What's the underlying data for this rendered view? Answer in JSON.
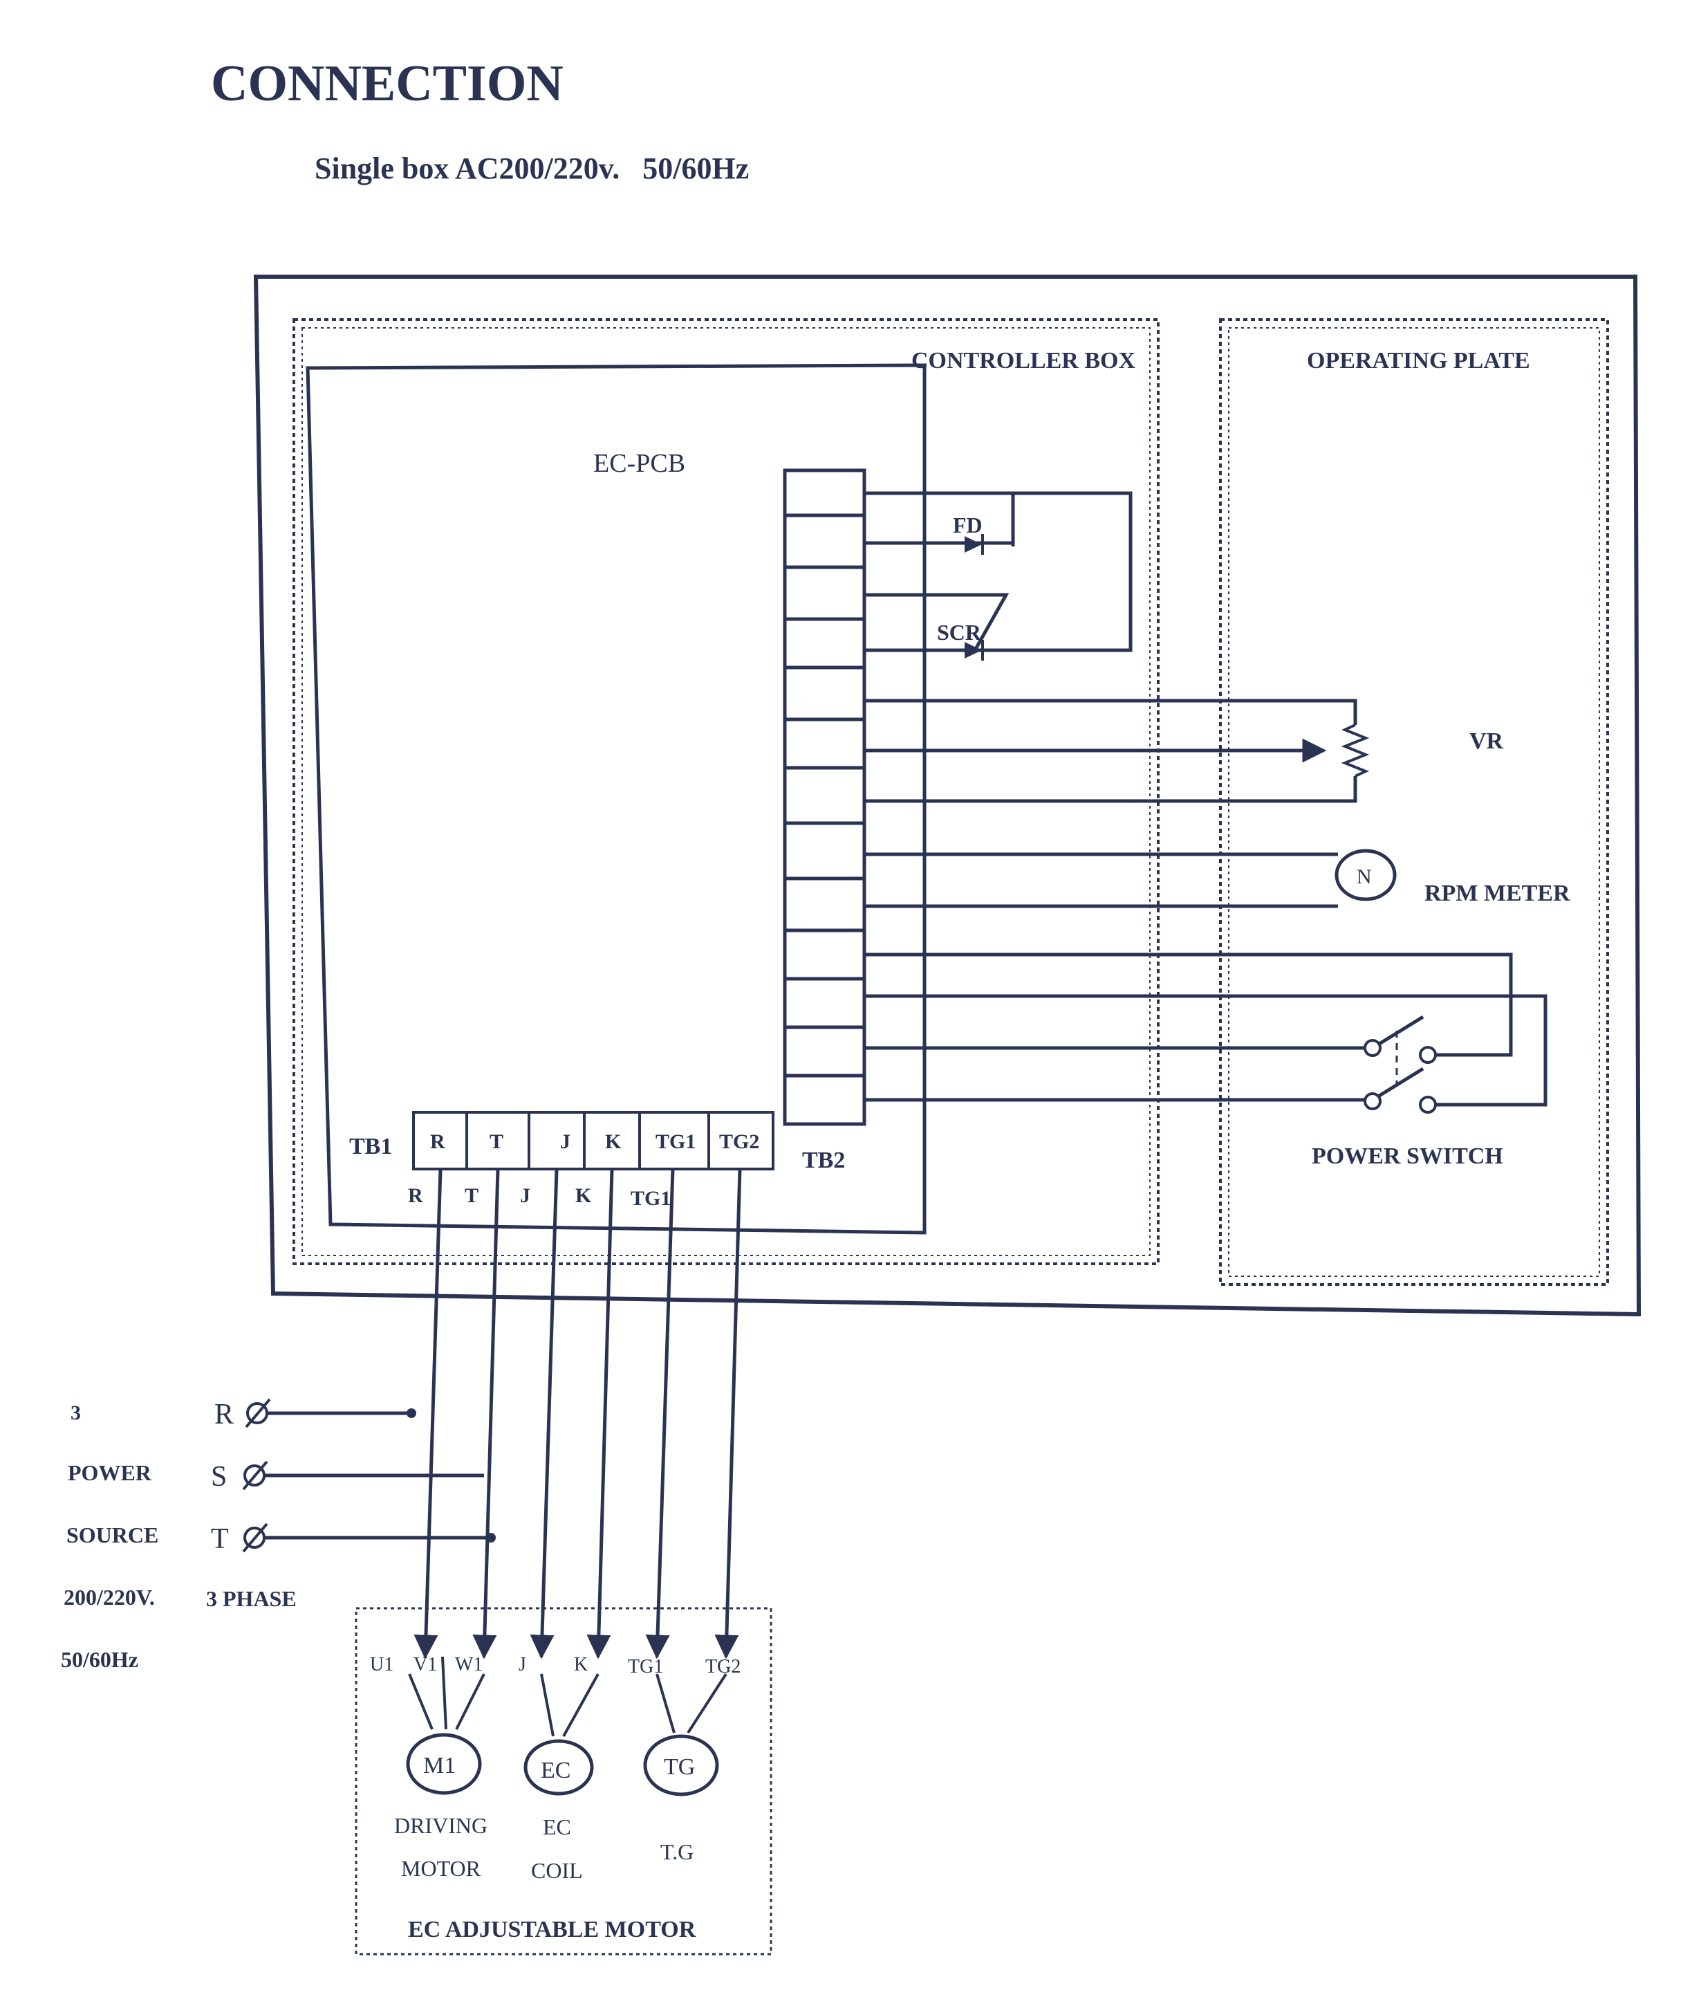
{
  "title": "CONNECTION",
  "subtitle": "Single box AC200/220v.   50/60Hz",
  "colors": {
    "ink": "#2b3352",
    "paper": "#ffffff"
  },
  "boxes": {
    "controller_box": "CONTROLLER BOX",
    "operating_plate": "OPERATING PLATE",
    "ec_pcb": "EC-PCB"
  },
  "components": {
    "fd": "FD",
    "scr": "SCR",
    "vr": "VR",
    "rpm_meter": "RPM METER",
    "rpm_meter_symbol": "N",
    "power_switch": "POWER SWITCH"
  },
  "terminals": {
    "tb1_label": "TB1",
    "tb2_label": "TB2",
    "tb1": [
      "R",
      "T",
      "J",
      "K",
      "TG1",
      "TG2"
    ],
    "tb1_below": [
      "R",
      "T",
      "J",
      "K",
      "TG1"
    ]
  },
  "power_source": {
    "lines": [
      "3",
      "POWER",
      "SOURCE",
      "200/220V.",
      "50/60Hz"
    ],
    "phase": "3 PHASE",
    "phases": [
      "R",
      "S",
      "T"
    ]
  },
  "motor": {
    "frame_label": "EC ADJUSTABLE MOTOR",
    "terminals": [
      "U1",
      "V1",
      "W1",
      "J",
      "K",
      "TG1",
      "TG2"
    ],
    "m1": "M1",
    "ec": "EC",
    "tg": "TG",
    "driving": [
      "DRIVING",
      "MOTOR"
    ],
    "ec_coil": [
      "EC",
      "COIL"
    ],
    "tg_label": "T.G"
  }
}
